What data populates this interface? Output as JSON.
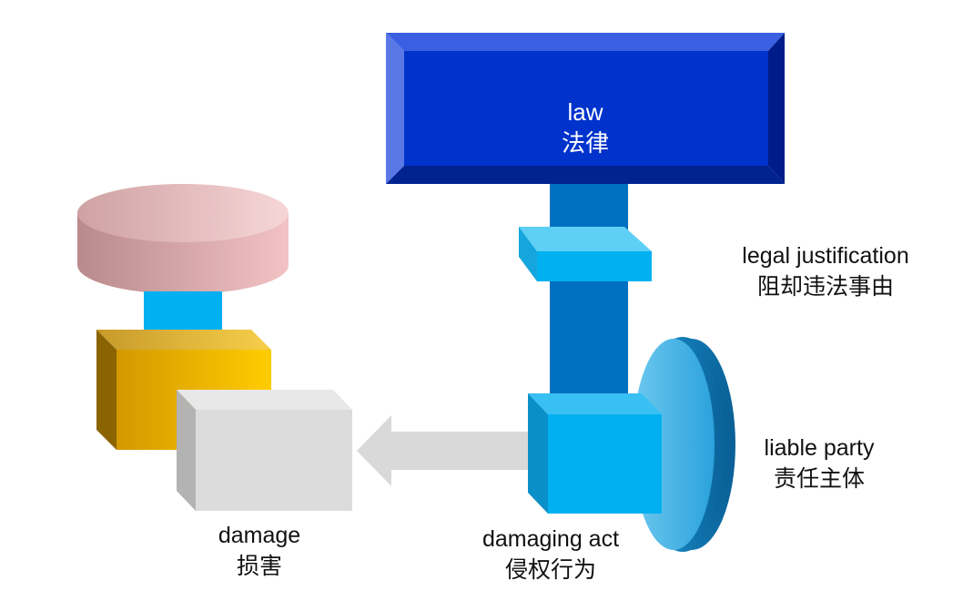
{
  "diagram": {
    "law": {
      "en": "law",
      "zh": "法律"
    },
    "legal_justification": {
      "en": "legal justification",
      "zh": "阻却违法事由"
    },
    "liable_party": {
      "en": "liable party",
      "zh": "责任主体"
    },
    "damaging_act": {
      "en": "damaging act",
      "zh": "侵权行为"
    },
    "damage": {
      "en": "damage",
      "zh": "损害"
    }
  },
  "colors": {
    "law_block": "#0033cc",
    "column": "#0070c0",
    "cyan": "#00b0f0",
    "gold": "#f0b400",
    "pink_disc": "#f2b8bb",
    "grey_box": "#dcdcdc",
    "arrow": "#d9d9d9"
  }
}
